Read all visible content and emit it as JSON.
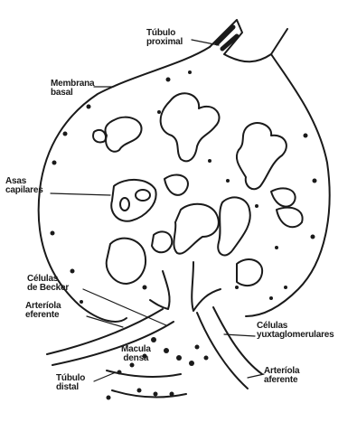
{
  "labels": {
    "tubulo_proximal": [
      "Túbulo",
      "proximal"
    ],
    "membrana_basal": [
      "Membrana",
      "basal"
    ],
    "asas_capilares": [
      "Asas",
      "capilares"
    ],
    "celulas_becker": [
      "Células",
      "de Becker"
    ],
    "arteriola_eferente": [
      "Arteríola",
      "eferente"
    ],
    "celulas_yuxta": [
      "Células",
      "yuxtaglomerulares"
    ],
    "arteriola_aferente": [
      "Arteríola",
      "aferente"
    ],
    "macula_densa": [
      "Macula",
      "densa"
    ],
    "tubulo_distal": [
      "Túbulo",
      "distal"
    ]
  },
  "colors": {
    "ink": "#1a1a1a",
    "paper": "#ffffff"
  }
}
